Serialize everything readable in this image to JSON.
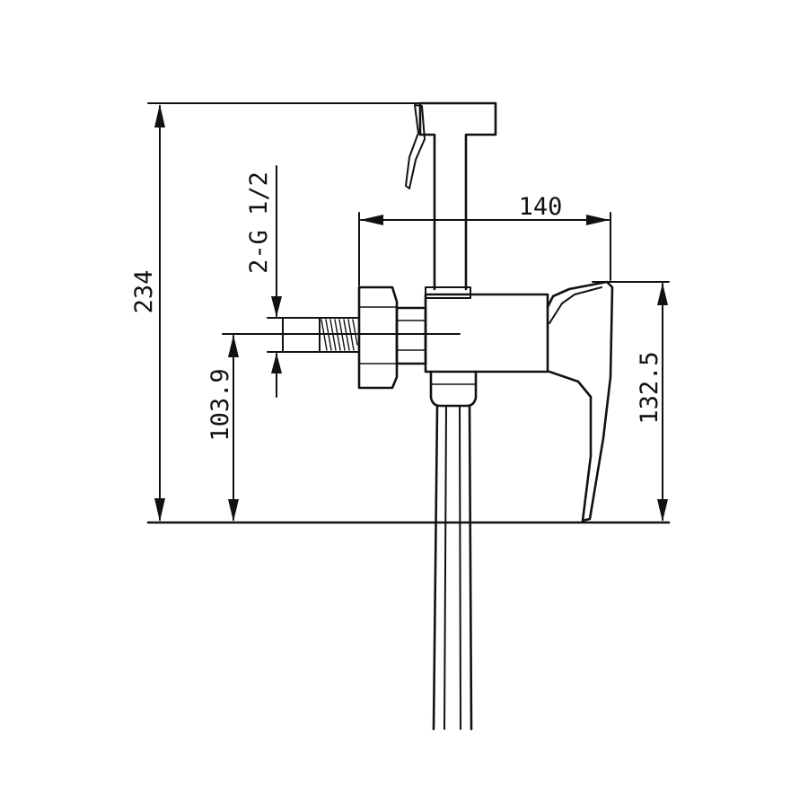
{
  "dimensions": {
    "total_height": "234",
    "outlet_height": "103.9",
    "thread": "2-G 1/2",
    "depth": "140",
    "body_height": "132.5"
  },
  "colors": {
    "line": "#111111",
    "background": "#ffffff"
  }
}
